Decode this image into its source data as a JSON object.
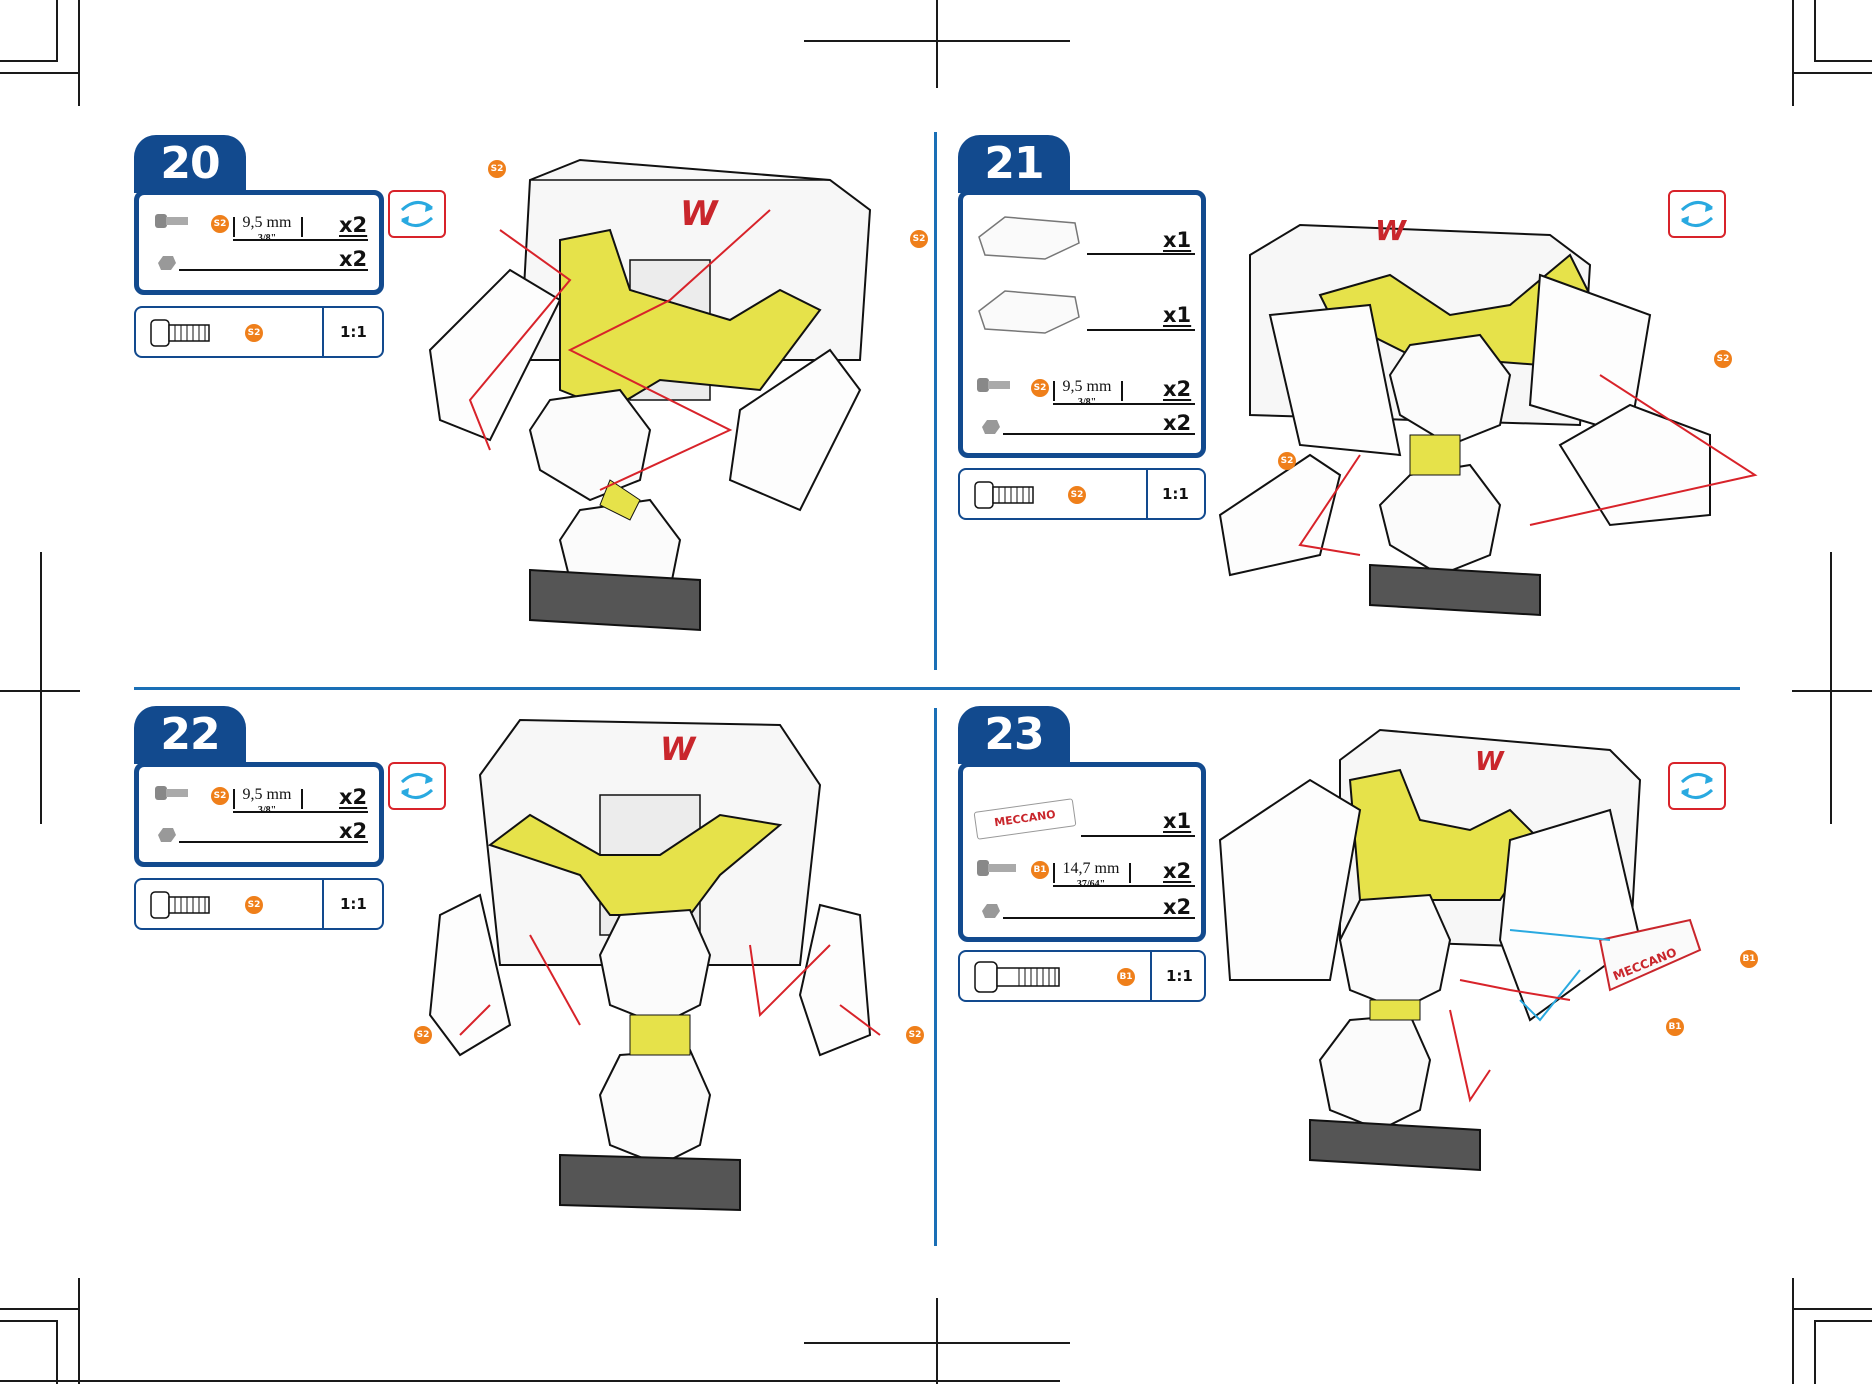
{
  "steps": [
    {
      "number": "20",
      "parts": [
        {
          "badge": "S2",
          "measure": "9,5 mm",
          "imperial": "3/8\"",
          "qty": "x2"
        },
        {
          "qty": "x2"
        }
      ],
      "scale_badge": "S2",
      "scale": "1:1",
      "callouts": [
        "S2",
        "S2"
      ]
    },
    {
      "number": "21",
      "parts": [
        {
          "qty": "x1"
        },
        {
          "qty": "x1"
        },
        {
          "badge": "S2",
          "measure": "9,5 mm",
          "imperial": "3/8\"",
          "qty": "x2"
        },
        {
          "qty": "x2"
        }
      ],
      "scale_badge": "S2",
      "scale": "1:1",
      "callouts": [
        "S2",
        "S2"
      ]
    },
    {
      "number": "22",
      "parts": [
        {
          "badge": "S2",
          "measure": "9,5 mm",
          "imperial": "3/8\"",
          "qty": "x2"
        },
        {
          "qty": "x2"
        }
      ],
      "scale_badge": "S2",
      "scale": "1:1",
      "callouts": [
        "S2",
        "S2"
      ]
    },
    {
      "number": "23",
      "parts": [
        {
          "label": "MECCANO",
          "qty": "x1"
        },
        {
          "badge": "B1",
          "measure": "14,7 mm",
          "imperial": "37/64\"",
          "qty": "x2"
        },
        {
          "qty": "x2"
        }
      ],
      "scale_badge": "B1",
      "scale": "1:1",
      "callouts": [
        "B1",
        "B1"
      ]
    }
  ],
  "logo_letter": "W",
  "colors": {
    "brand_blue": "#124a8e",
    "divider_blue": "#1a6fb6",
    "accent_red": "#d8232a",
    "part_yellow": "#e6e24a",
    "badge_orange": "#ef7f1a"
  }
}
